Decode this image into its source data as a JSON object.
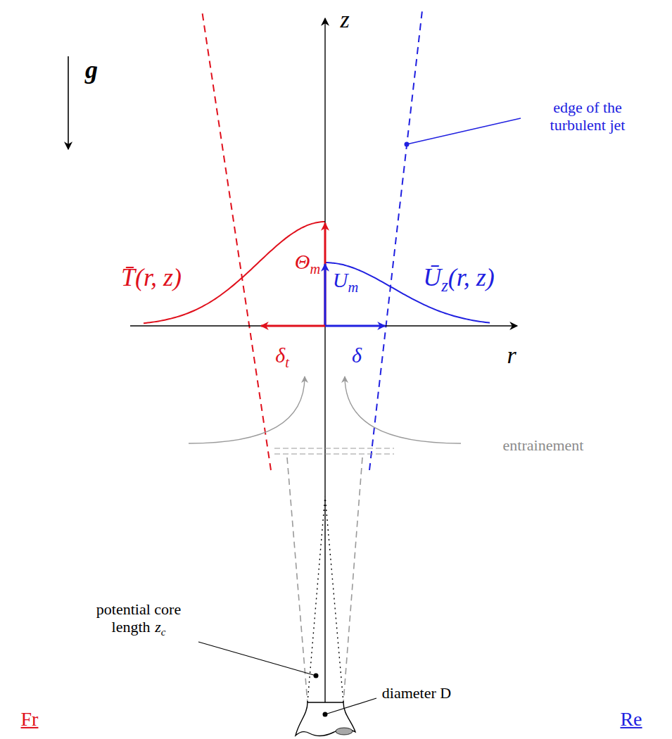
{
  "diagram": {
    "labels": [
      "z",
      "g",
      "edge of the turbulent jet",
      "T̄(r, z)",
      "Θ",
      "m",
      "U",
      "m",
      "Ū",
      "z",
      "(r, z)",
      "δ",
      "t",
      "δ",
      "r",
      "entrainement",
      "potential core length",
      "z",
      "c",
      "diameter D",
      "Fr",
      "Re"
    ]
  }
}
